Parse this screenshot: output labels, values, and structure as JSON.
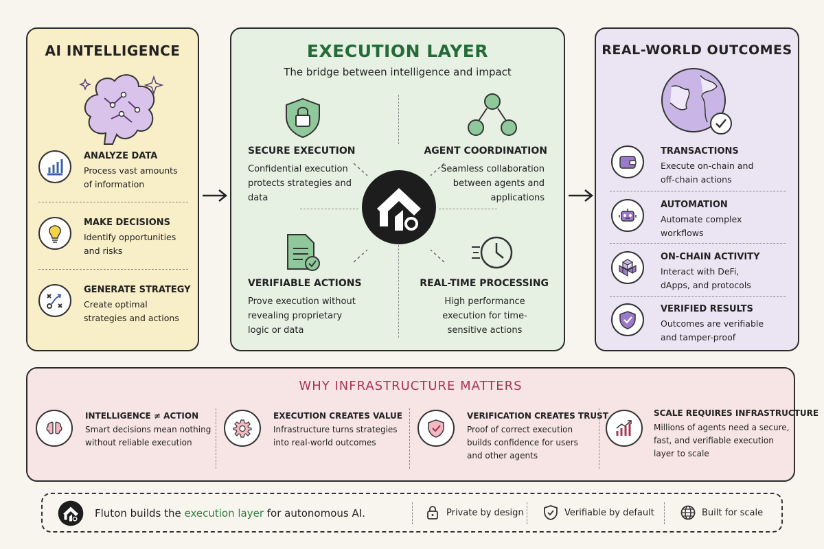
{
  "ai": {
    "title": "AI INTELLIGENCE",
    "items": [
      {
        "title": "ANALYZE DATA",
        "desc": "Process vast amounts of information",
        "icon": "bar-chart-icon"
      },
      {
        "title": "MAKE DECISIONS",
        "desc": "Identify opportunities and risks",
        "icon": "lightbulb-icon"
      },
      {
        "title": "GENERATE STRATEGY",
        "desc": "Create optimal strategies and actions",
        "icon": "strategy-icon"
      }
    ]
  },
  "execution": {
    "title": "EXECUTION LAYER",
    "subtitle": "The bridge between intelligence and impact",
    "quadrants": [
      {
        "title": "SECURE EXECUTION",
        "desc": "Confidential execution protects strategies and data"
      },
      {
        "title": "AGENT COORDINATION",
        "desc": "Seamless collaboration between agents and applications"
      },
      {
        "title": "VERIFIABLE ACTIONS",
        "desc": "Prove execution without revealing proprietary logic or data"
      },
      {
        "title": "REAL-TIME PROCESSING",
        "desc": "High performance execution for time-sensitive actions"
      }
    ]
  },
  "outcomes": {
    "title": "REAL-WORLD OUTCOMES",
    "items": [
      {
        "title": "TRANSACTIONS",
        "desc": "Execute on-chain and off-chain actions",
        "icon": "wallet-icon"
      },
      {
        "title": "AUTOMATION",
        "desc": "Automate complex workflows",
        "icon": "robot-icon"
      },
      {
        "title": "ON-CHAIN ACTIVITY",
        "desc": "Interact with DeFi, dApps, and protocols",
        "icon": "blocks-icon"
      },
      {
        "title": "VERIFIED RESULTS",
        "desc": "Outcomes are verifiable and tamper-proof",
        "icon": "shield-check-icon"
      }
    ]
  },
  "why": {
    "title": "WHY INFRASTRUCTURE MATTERS",
    "items": [
      {
        "title": "INTELLIGENCE ≠ ACTION",
        "desc": "Smart decisions mean nothing without reliable execution",
        "icon": "brain-icon"
      },
      {
        "title": "EXECUTION CREATES VALUE",
        "desc": "Infrastructure turns strategies into real-world outcomes",
        "icon": "gear-icon"
      },
      {
        "title": "VERIFICATION CREATES TRUST",
        "desc": "Proof of correct execution builds confidence for users and other agents",
        "icon": "shield-check-icon"
      },
      {
        "title": "SCALE REQUIRES INFRASTRUCTURE",
        "desc": "Millions of agents need a secure, fast, and verifiable execution layer to scale",
        "icon": "growth-chart-icon"
      }
    ]
  },
  "footer": {
    "text_before": "Fluton builds the ",
    "highlight": "execution layer",
    "text_after": " for autonomous AI.",
    "features": [
      {
        "label": "Private by design",
        "icon": "lock-icon"
      },
      {
        "label": "Verifiable by default",
        "icon": "shield-check-icon"
      },
      {
        "label": "Built for scale",
        "icon": "globe-icon"
      }
    ]
  },
  "colors": {
    "ai_bg": "#f8eec7",
    "execution_bg": "#e6f1e3",
    "outcomes_bg": "#ebe4f3",
    "why_bg": "#f7e4e4",
    "execution_accent": "#246b38",
    "why_accent": "#a83651"
  }
}
